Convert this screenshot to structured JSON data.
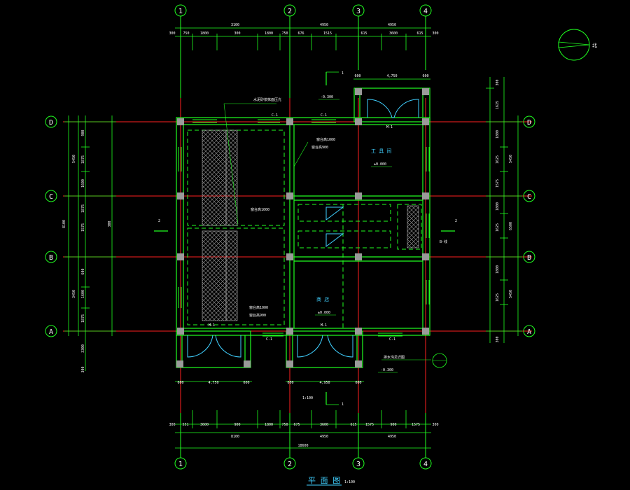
{
  "title": {
    "main": "平 面 图",
    "scale": "1:100"
  },
  "axes": {
    "x": [
      {
        "label": "1"
      },
      {
        "label": "2"
      },
      {
        "label": "3"
      },
      {
        "label": "4"
      }
    ],
    "y": [
      {
        "label": "D"
      },
      {
        "label": "C"
      },
      {
        "label": "B"
      },
      {
        "label": "A"
      }
    ]
  },
  "dims": {
    "top_overall": [
      "3100",
      "4950",
      "4950"
    ],
    "top_detail": [
      "300",
      "750",
      "1800",
      "300",
      "1800",
      "750",
      "676",
      "1515",
      "615",
      "3600",
      "615",
      "300"
    ],
    "bottom_detail": [
      "300",
      "551",
      "3600",
      "900",
      "1800",
      "750",
      "675",
      "3600",
      "615",
      "1575",
      "900",
      "1575",
      "300"
    ],
    "bottom_overall": [
      "8100",
      "4950",
      "4950"
    ],
    "bottom_total": "18600",
    "bottom_door_left": [
      "600",
      "4,750",
      "600"
    ],
    "bottom_door_mid": [
      "600",
      "4,950",
      "600"
    ],
    "top_door": [
      "600",
      "4,750",
      "600"
    ],
    "left_outer": [
      "5450",
      "8100",
      "3450"
    ],
    "left_inner": [
      "900",
      "1875",
      "1600",
      "1875",
      "1575",
      "300",
      "600",
      "1875",
      "1600",
      "1875",
      "3300",
      "300"
    ],
    "right_outer": [
      "5450",
      "6500",
      "5450"
    ],
    "right_inner": [
      "300",
      "1625",
      "1800",
      "1625",
      "1575",
      "1800",
      "1625",
      "1800",
      "1625",
      "300"
    ]
  },
  "labels": {
    "room_toolroom": "工 具 间",
    "room_toolroom_elev": "±0.000",
    "room_shop": "商 店",
    "room_shop_elev": "±0.000",
    "elev_top": "-0.300",
    "elev_bottom": "-0.300",
    "note_top": "水泥砂浆抹面压光",
    "note_window": "窗台高1000",
    "note_sill": "窗台高900",
    "note_trench": "排水沟见详图",
    "note_bottom": "1:100",
    "note_b_axis": "B-线",
    "m1": "M-1",
    "c1": "C-1",
    "section1": "1",
    "section2": "2",
    "north": "北"
  }
}
